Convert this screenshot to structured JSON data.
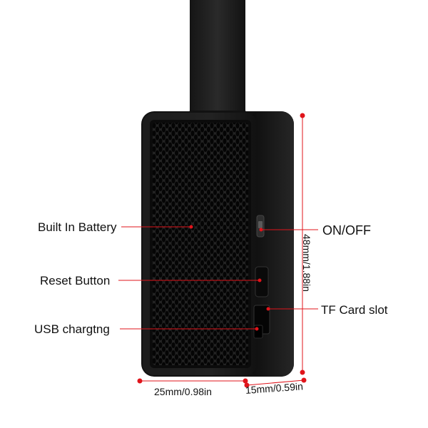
{
  "callouts": {
    "battery": "Built In Battery",
    "reset": "Reset Button",
    "usb": "USB chargtng",
    "power": "ON/OFF",
    "tf": "TF Card slot"
  },
  "dimensions": {
    "width": "25mm/0.98in",
    "depth": "15mm/0.59in",
    "height": "48mm/1.88in"
  },
  "colors": {
    "annotation": "#e0141b",
    "device": "#1b1b1b"
  }
}
